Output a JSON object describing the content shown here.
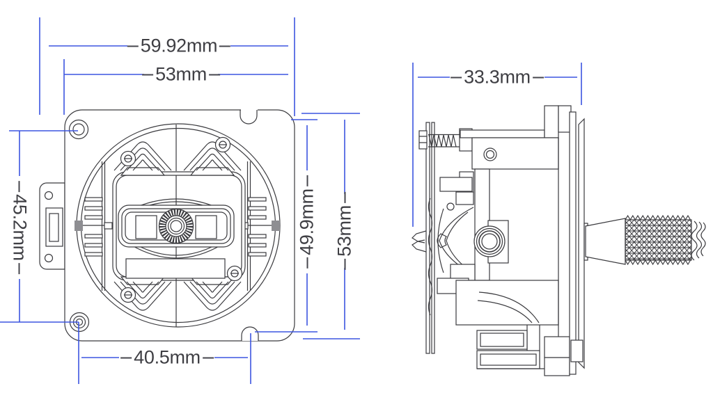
{
  "front_view": {
    "dimensions": {
      "overall_width": "59.92mm",
      "plate_width": "53mm",
      "mount_hole_vertical_pitch": "45.2mm",
      "mount_hole_horizontal_pitch": "40.5mm",
      "notch_vertical_pitch": "49.9mm",
      "plate_height": "53mm"
    }
  },
  "side_view": {
    "dimensions": {
      "body_depth": "33.3mm"
    }
  },
  "colors": {
    "dimension_line": "#3c55e0",
    "drawing_line": "#3a3a3e",
    "label_text": "#3f3f44",
    "background": "#ffffff"
  }
}
